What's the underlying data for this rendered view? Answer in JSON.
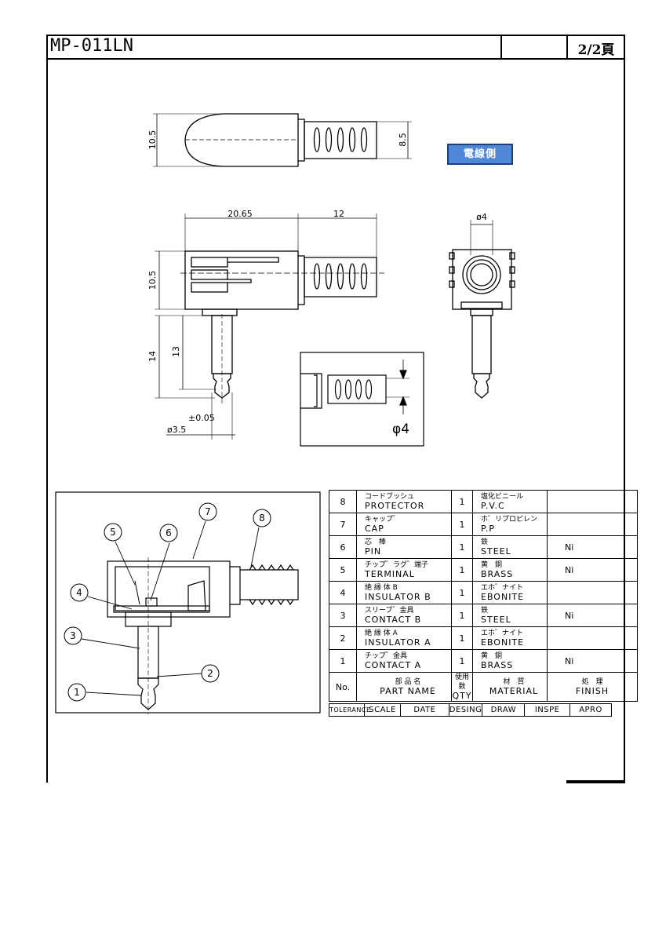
{
  "header": {
    "part_number": "MP-011LN",
    "page": "2/2頁"
  },
  "badge": {
    "label": "電線側"
  },
  "dimensions": {
    "top_view_height": "10.5",
    "top_view_bush": "8.5",
    "body_length": "20.65",
    "bush_length": "12",
    "side_height": "10.5",
    "plug_len_total": "14",
    "plug_len": "13",
    "tolerance": "±0.05",
    "plug_diameter": "ø3.5",
    "end_diameter": "ø4",
    "detail_diameter": "φ4"
  },
  "callouts": [
    "1",
    "2",
    "3",
    "4",
    "5",
    "6",
    "7",
    "8"
  ],
  "bom": {
    "rows": [
      {
        "no": "8",
        "name_jp": "コードブッシュ",
        "name_en": "PROTECTOR",
        "qty": "1",
        "mat_jp": "塩化ビニール",
        "mat_en": "P.V.C",
        "finish": ""
      },
      {
        "no": "7",
        "name_jp": "キャップ゛",
        "name_en": "CAP",
        "qty": "1",
        "mat_jp": "ホ゛リプロピレン",
        "mat_en": "P.P",
        "finish": ""
      },
      {
        "no": "6",
        "name_jp": "芯　棒",
        "name_en": "PIN",
        "qty": "1",
        "mat_jp": "鉄",
        "mat_en": "STEEL",
        "finish": "Ni"
      },
      {
        "no": "5",
        "name_jp": "チップ゛ラグ゛端子",
        "name_en": "TERMINAL",
        "qty": "1",
        "mat_jp": "黄　銅",
        "mat_en": "BRASS",
        "finish": "Ni"
      },
      {
        "no": "4",
        "name_jp": "絶 縁 体 B",
        "name_en": "INSULATOR B",
        "qty": "1",
        "mat_jp": "エホ゛ナイト",
        "mat_en": "EBONITE",
        "finish": ""
      },
      {
        "no": "3",
        "name_jp": "スリーブ゛金具",
        "name_en": "CONTACT B",
        "qty": "1",
        "mat_jp": "鉄",
        "mat_en": "STEEL",
        "finish": "Ni"
      },
      {
        "no": "2",
        "name_jp": "絶 縁 体 A",
        "name_en": "INSULATOR A",
        "qty": "1",
        "mat_jp": "エホ゛ナイト",
        "mat_en": "EBONITE",
        "finish": ""
      },
      {
        "no": "1",
        "name_jp": "チップ゛金具",
        "name_en": "CONTACT A",
        "qty": "1",
        "mat_jp": "黄　銅",
        "mat_en": "BRASS",
        "finish": "Ni"
      }
    ],
    "header": {
      "no": "No.",
      "name_jp": "部 品 名",
      "name_en": "PART NAME",
      "qty_jp": "使用数",
      "qty_en": "QTY",
      "mat_jp": "材　質",
      "mat_en": "MATERIAL",
      "fin_jp": "処　理",
      "fin_en": "FINISH"
    },
    "footer": [
      "TOLERANCE",
      "SCALE",
      "DATE",
      "DESING",
      "DRAW",
      "INSPE",
      "APRO"
    ]
  }
}
